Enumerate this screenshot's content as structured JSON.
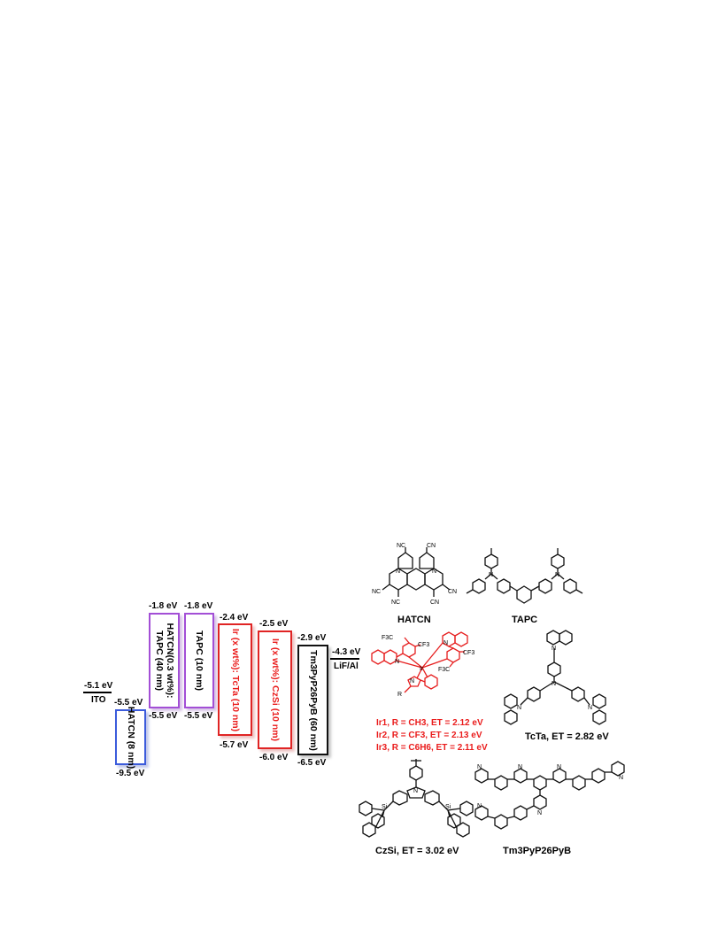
{
  "energy_diagram": {
    "ito": {
      "label": "ITO",
      "level": "-5.1 eV"
    },
    "layers": [
      {
        "id": "hatcn",
        "name": "HATCN (8 nm)",
        "top": "-5.5 eV",
        "bottom": "-9.5 eV",
        "color": "#3b5bdb"
      },
      {
        "id": "hatcn-tapc",
        "name": "HATCN(0.3 wt%):\nTAPC (40 nm)",
        "top": "-1.8 eV",
        "bottom": "-5.5 eV",
        "color": "#a34fd6"
      },
      {
        "id": "tapc",
        "name": "TAPC (10 nm)",
        "top": "-1.8 eV",
        "bottom": "-5.5 eV",
        "color": "#a34fd6"
      },
      {
        "id": "tcta",
        "name": "Ir (x wt%): TcTa (10 nm)",
        "top": "-2.4 eV",
        "bottom": "-5.7 eV",
        "color": "#e02424"
      },
      {
        "id": "czsi",
        "name": "Ir (x wt%): CzSi (10 nm)",
        "top": "-2.5 eV",
        "bottom": "-6.0 eV",
        "color": "#e02424"
      },
      {
        "id": "tm3",
        "name": "Tm3PyP26PyB (60 nm)",
        "top": "-2.9 eV",
        "bottom": "-6.5 eV",
        "color": "#111111"
      }
    ],
    "cathode": {
      "label": "LiF/Al",
      "level": "-4.3 eV"
    }
  },
  "structures": {
    "hatcn": {
      "label": "HATCN",
      "atoms": {
        "nc": "NC",
        "cn": "CN",
        "n": "N"
      }
    },
    "tapc": {
      "label": "TAPC",
      "atoms": {
        "n": "N"
      }
    },
    "ir": {
      "atoms": {
        "cf3": "CF3",
        "f3c": "F3C",
        "ir": "Ir",
        "n": "N",
        "r": "R"
      },
      "variants": [
        "Ir1, R = CH3, ET = 2.12 eV",
        "Ir2, R = CF3, ET =  2.13 eV",
        "Ir3, R = C6H6, ET = 2.11 eV"
      ]
    },
    "tcta": {
      "label": "TcTa,  ET = 2.82 eV",
      "atoms": {
        "n": "N"
      }
    },
    "czsi": {
      "label": "CzSi, ET = 3.02 eV",
      "atoms": {
        "n": "N",
        "si": "Si"
      }
    },
    "tm3": {
      "label": "Tm3PyP26PyB",
      "atoms": {
        "n": "N"
      }
    }
  }
}
